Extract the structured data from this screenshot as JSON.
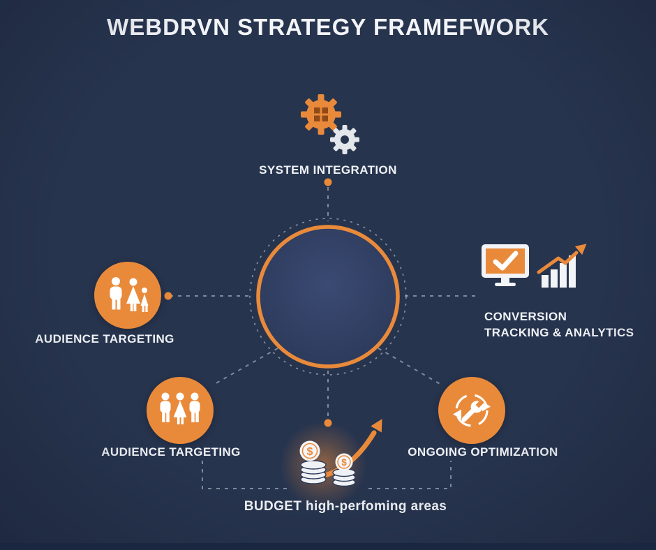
{
  "title": "WEBDRVN STRATEGY FRAMEFWORK",
  "colors": {
    "background": "#27344E",
    "accent": "#E98A3B",
    "text": "#EFF2F6",
    "connector_line": "#8B93A6"
  },
  "nodes": {
    "system_integration": {
      "label": "SYSTEM INTEGRATION",
      "icon": "gears-icon"
    },
    "audience_targeting_left": {
      "label": "AUDIENCE TARGETING",
      "icon": "family-icon"
    },
    "conversion_tracking": {
      "line1": "CONVERSION",
      "line2": "TRACKING & ANALYTICS",
      "icon": "monitor-check-and-bar-chart-icon"
    },
    "audience_targeting_bottom": {
      "label": "AUDIENCE TARGETING",
      "icon": "people-group-icon"
    },
    "ongoing_optimization": {
      "label": "ONGOING OPTIMIZATION",
      "icon": "wrench-refresh-icon"
    },
    "budget": {
      "label": "BUDGET high-perfoming areas",
      "icon": "coins-growth-arrow-icon",
      "coin_symbol": "$"
    }
  }
}
